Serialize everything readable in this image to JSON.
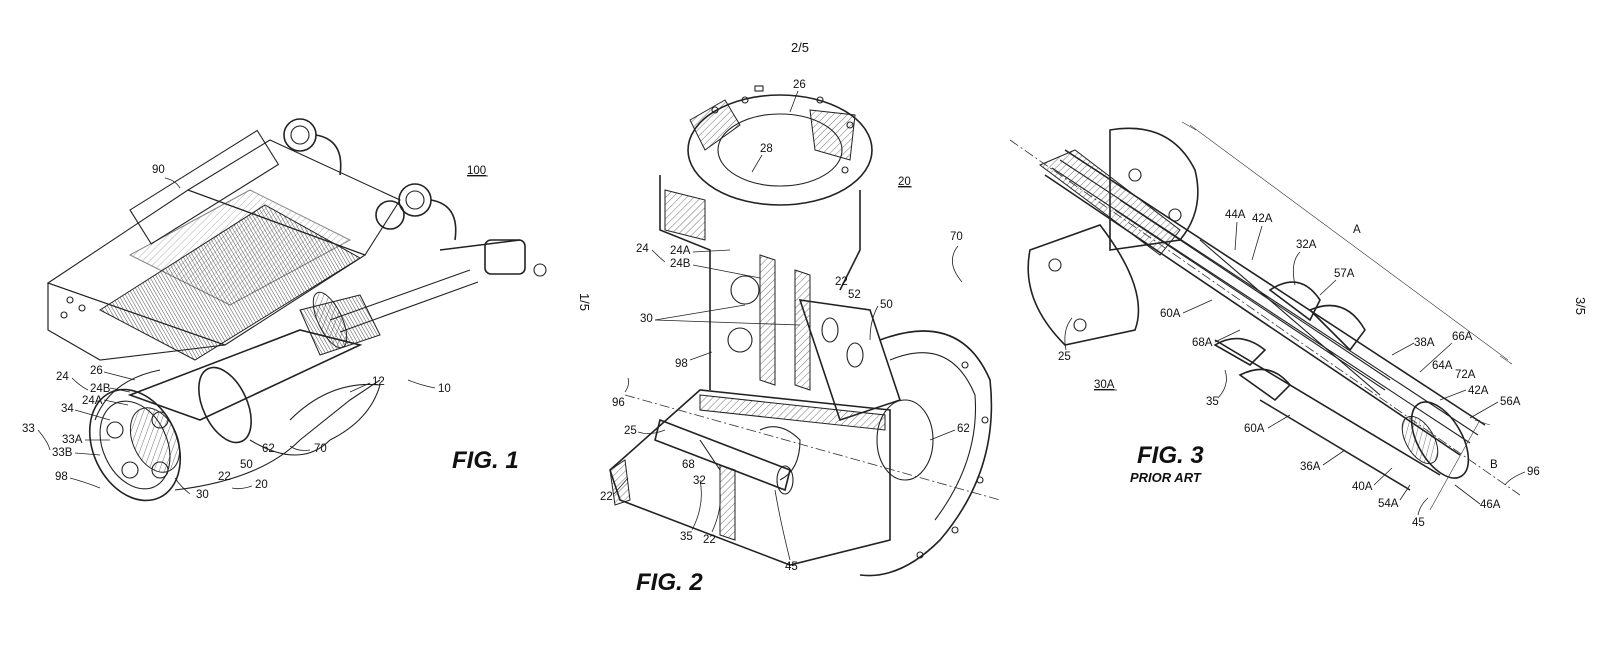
{
  "sheet": {
    "page_number": "2/5",
    "rotated_marks": [
      "1/5",
      "3/5"
    ]
  },
  "figures": [
    {
      "title": "FIG. 1",
      "subtitle": "",
      "labels": [
        "90",
        "100",
        "24",
        "24B",
        "24A",
        "26",
        "34",
        "33",
        "33A",
        "33B",
        "98",
        "50",
        "62",
        "22",
        "30",
        "20",
        "70",
        "12",
        "10"
      ]
    },
    {
      "title": "FIG. 2",
      "subtitle": "",
      "labels": [
        "26",
        "28",
        "20",
        "70",
        "24",
        "24A",
        "24B",
        "22",
        "52",
        "50",
        "30",
        "98",
        "96",
        "25",
        "22",
        "68",
        "32",
        "35",
        "22",
        "45",
        "62"
      ]
    },
    {
      "title": "FIG. 3",
      "subtitle": "PRIOR ART",
      "labels": [
        "A",
        "44A",
        "42A",
        "32A",
        "57A",
        "60A",
        "68A",
        "25",
        "30A",
        "35",
        "38A",
        "66A",
        "64A",
        "72A",
        "42A",
        "56A",
        "60A",
        "36A",
        "40A",
        "54A",
        "46A",
        "B",
        "96",
        "45"
      ]
    }
  ]
}
